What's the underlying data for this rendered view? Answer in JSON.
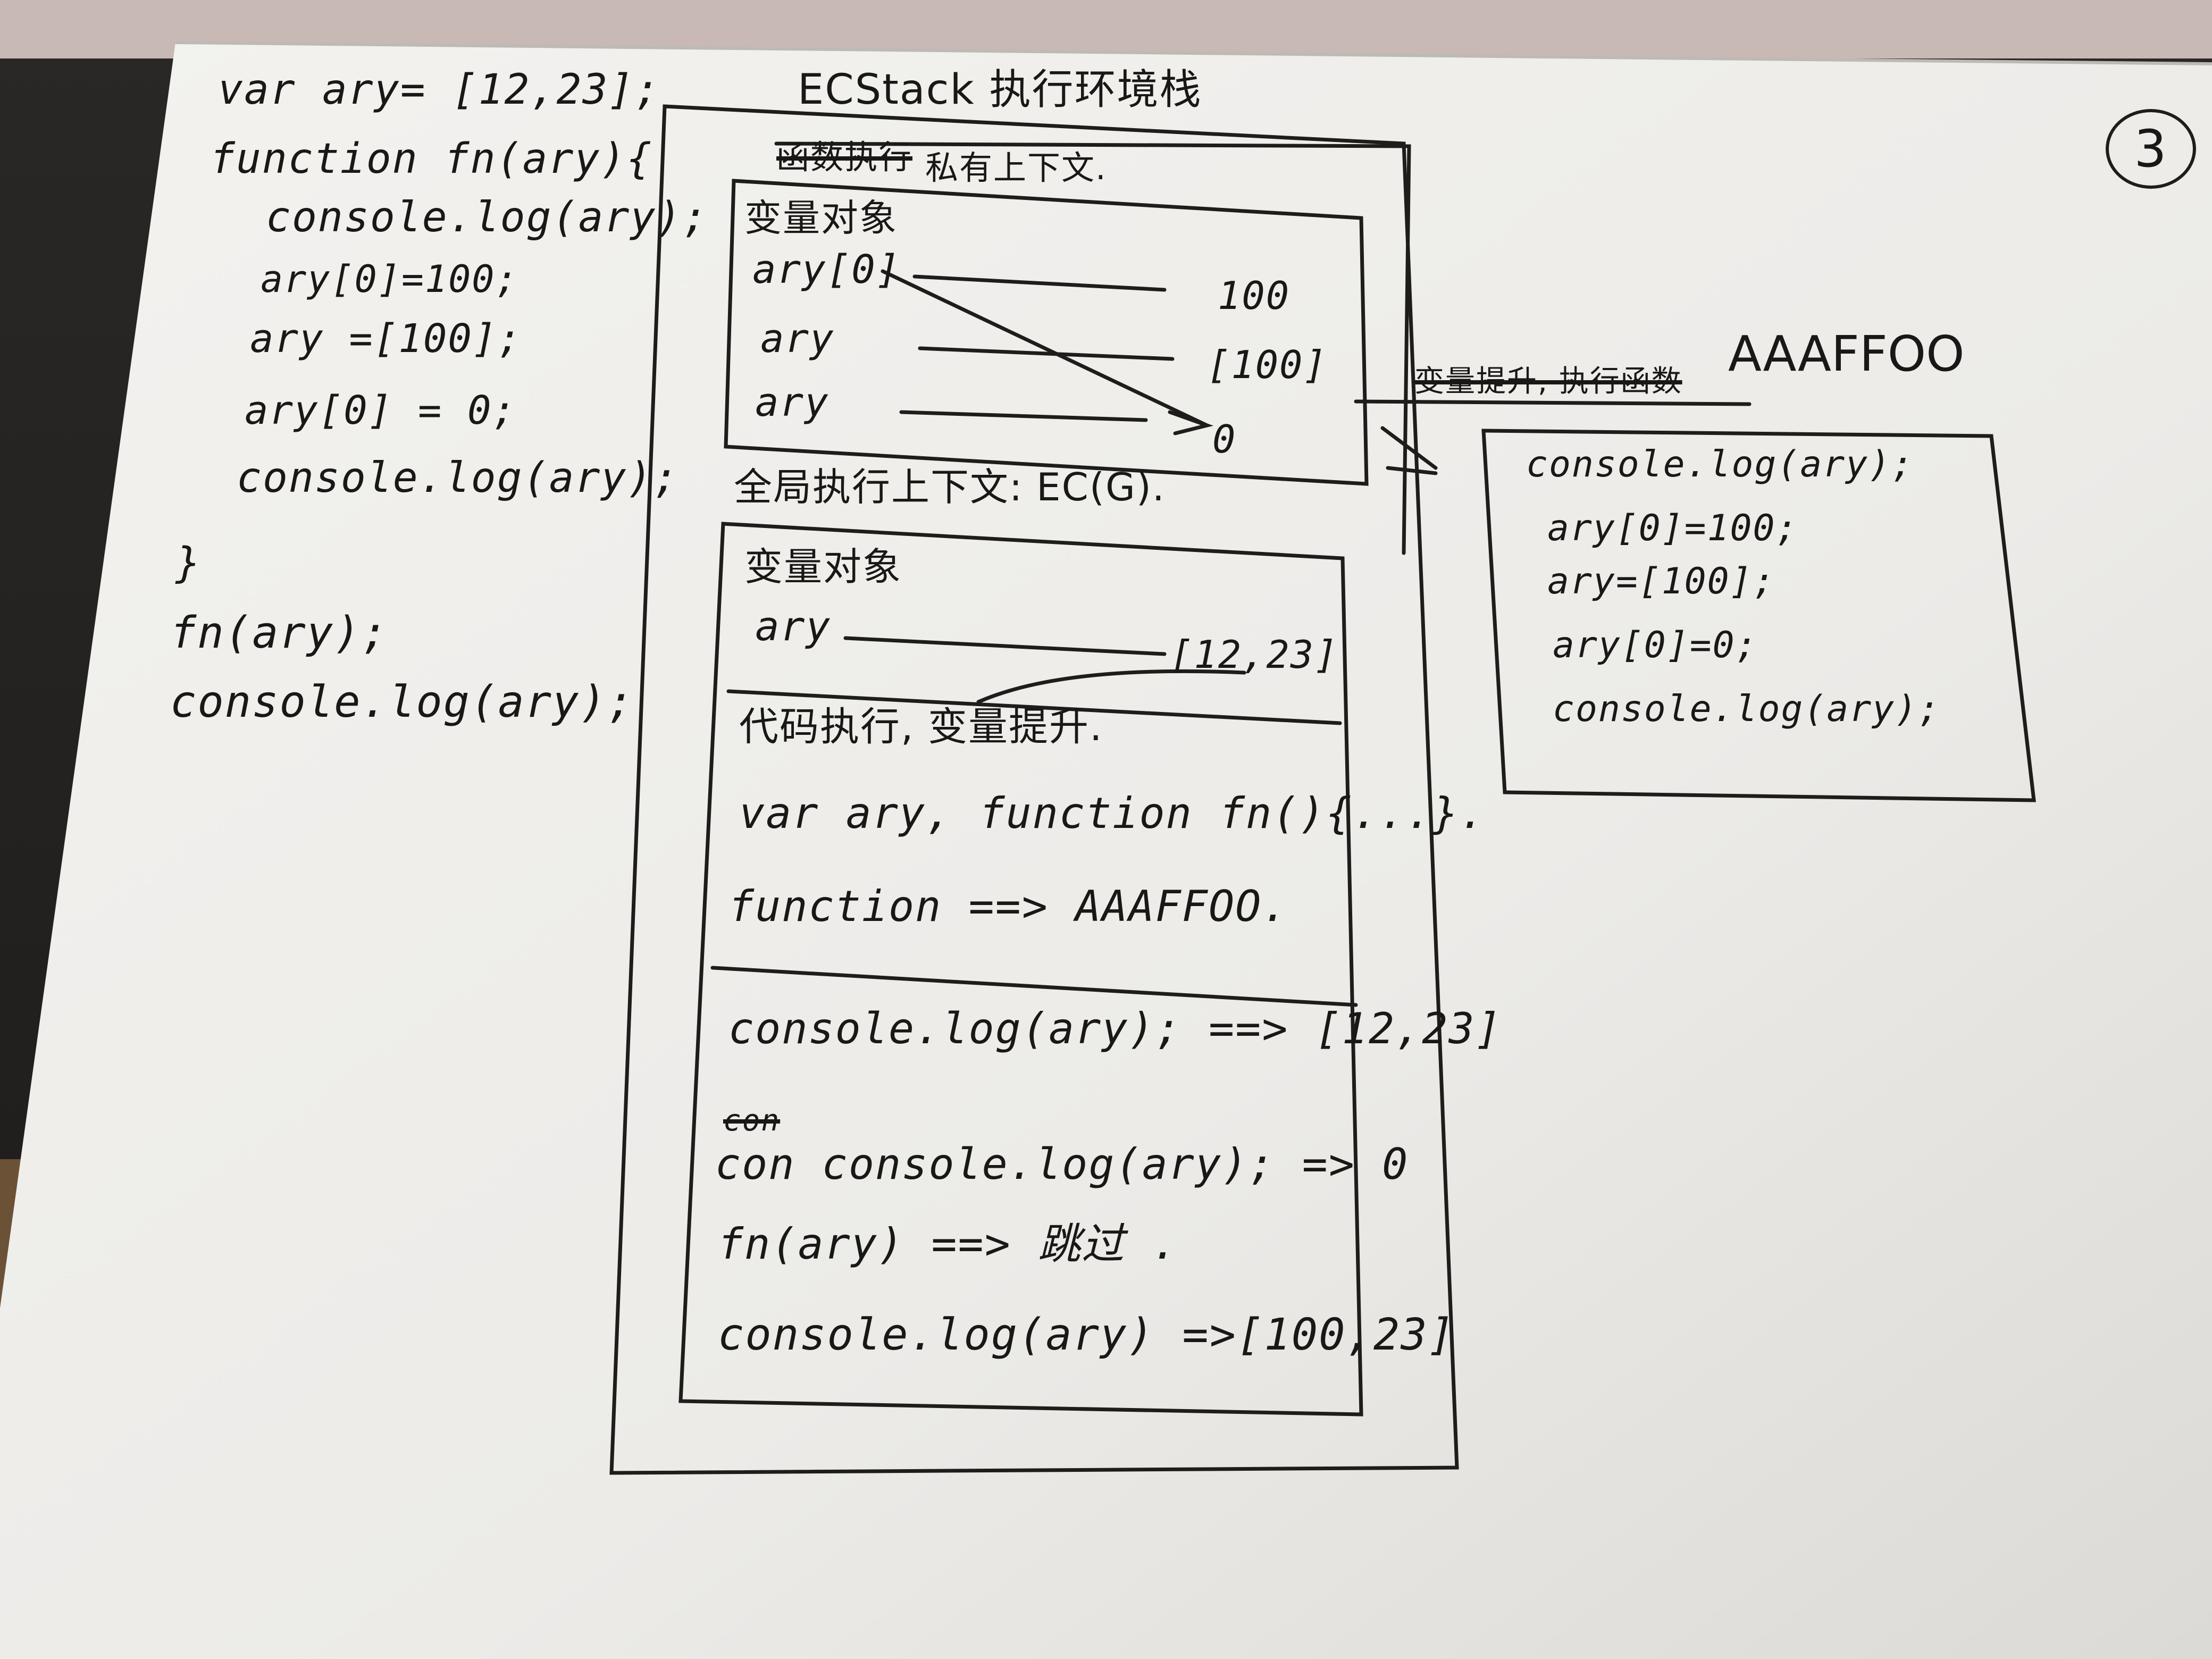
{
  "left_code": [
    "var ary= [12,23];",
    "function fn(ary){",
    "console.log(ary);",
    "ary[0]=100;",
    "ary =[100];",
    "ary[0] = 0;",
    "console.log(ary);",
    "}",
    "fn(ary);",
    "console.log(ary);"
  ],
  "stack_title": "ECStack 执行环境栈",
  "private_context": {
    "label_crossed": "函数执行",
    "label": "私有上下文.",
    "vo_title": "变量对象",
    "vars": [
      "ary[0]",
      "ary",
      "ary"
    ],
    "values": [
      "100",
      "[100]",
      "0"
    ]
  },
  "global_context": {
    "label": "全局执行上下文: EC(G).",
    "vo_title": "变量对象",
    "var": "ary",
    "value": "[12,23]",
    "hoist_title": "代码执行, 变量提升.",
    "hoist_line1": "var ary, function fn(){...}.",
    "hoist_line2": "function ==> AAAFFOO.",
    "exec_lines": [
      "console.log(ary); ==> [12,23]",
      "con",
      "con console.log(ary); => 0",
      "fn(ary) ==> 跳过 .",
      "console.log(ary) =>[100,23]"
    ]
  },
  "heap": {
    "address": "AAAFFOO",
    "crossed_label": "变量提升, 执行函数",
    "code_lines": [
      "console.log(ary);",
      "ary[0]=100;",
      "ary=[100];",
      "ary[0]=0;",
      "console.log(ary);"
    ]
  },
  "page_number": "3"
}
